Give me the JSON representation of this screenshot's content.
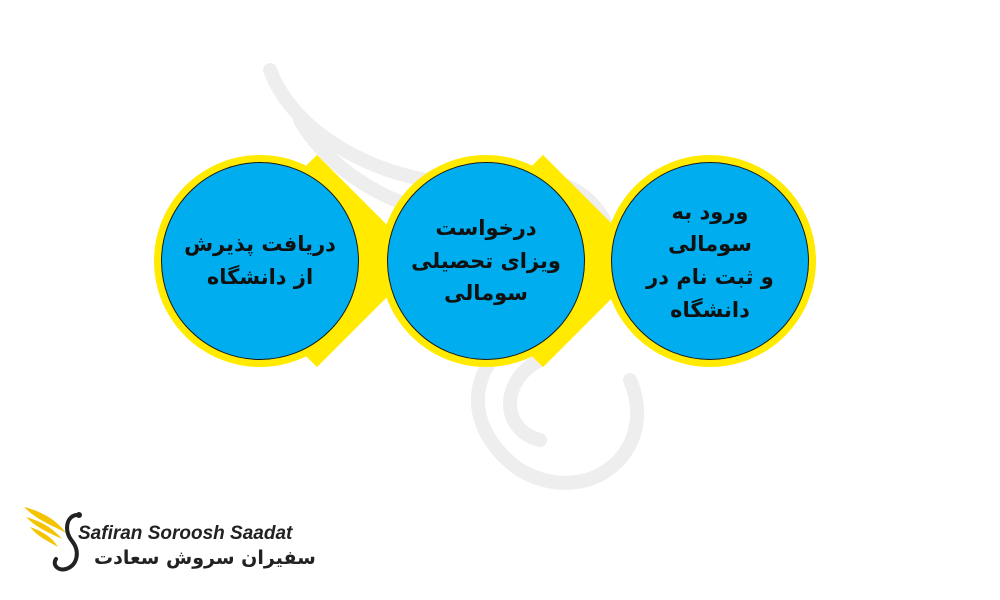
{
  "colors": {
    "accent": "#ffea00",
    "circle": "#00aeef",
    "watermark": "#eeeeee",
    "logo_gold": "#f5c400"
  },
  "steps": [
    {
      "label": "دریافت پذیرش\nاز دانشگاه"
    },
    {
      "label": "درخواست\nویزای تحصیلی\nسومالی"
    },
    {
      "label": "ورود به سومالی\nو ثبت نام در\nدانشگاه"
    }
  ],
  "logo": {
    "icon": "swan-wing-icon",
    "name_en": "Safiran Soroosh Saadat",
    "name_fa": "سفیران سروش سعادت"
  }
}
